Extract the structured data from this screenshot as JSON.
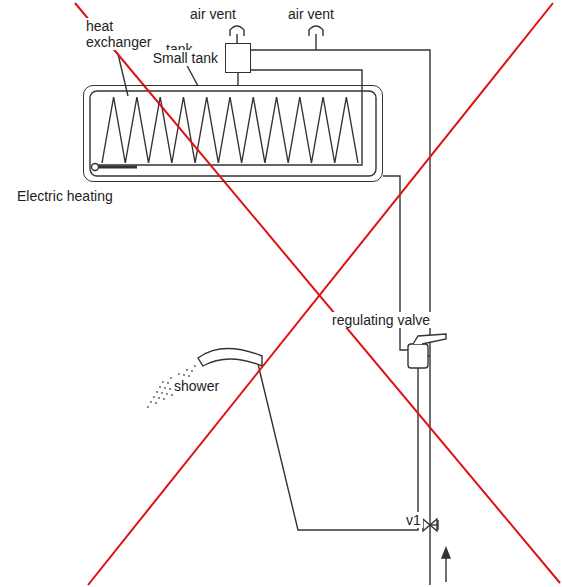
{
  "diagram": {
    "nodes": [
      {
        "text": [
          "tank"
        ]
      },
      {
        "text": [
          "Small tank"
        ]
      }
    ],
    "edges": [
      {
        "from": 1,
        "to": 0,
        "arrow": "none"
      }
    ],
    "labels": [
      "heat exchanger",
      "air vent",
      "air vent",
      "Electric heating",
      "regulating valve",
      "shower",
      "v1"
    ]
  }
}
